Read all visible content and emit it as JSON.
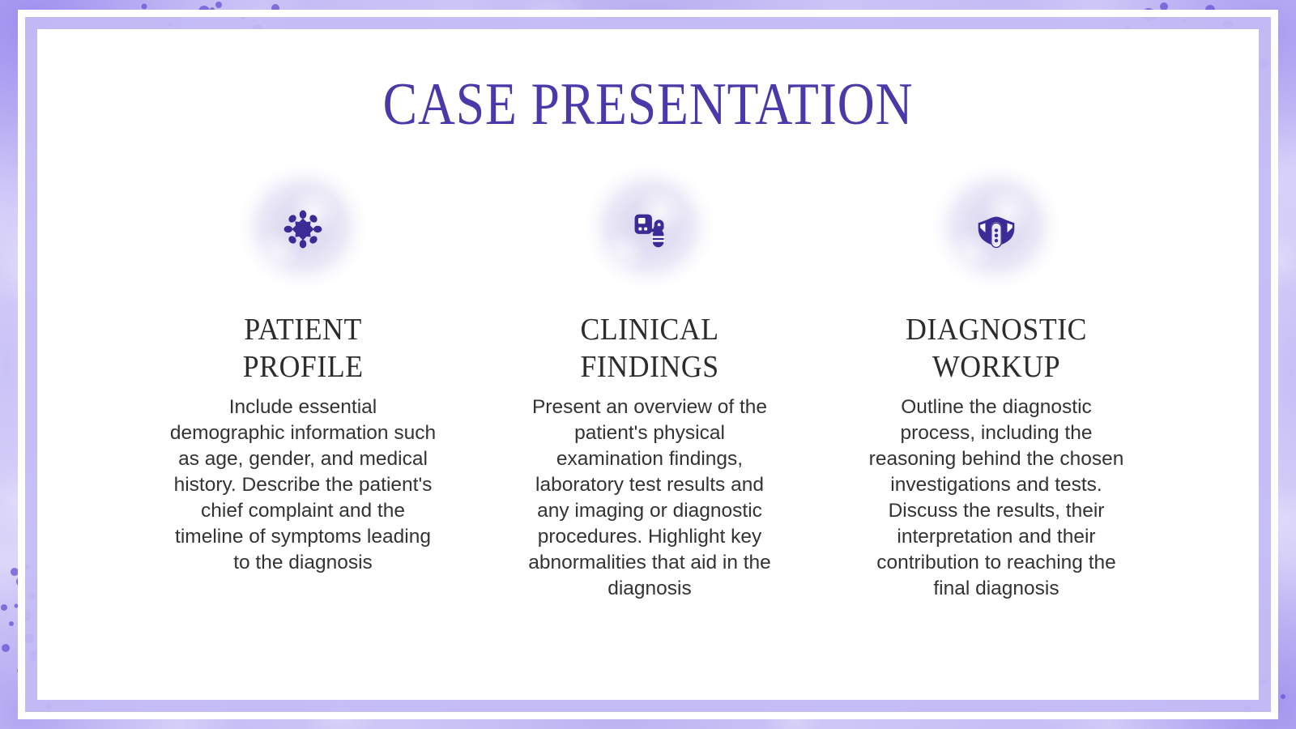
{
  "slide": {
    "title": "CASE PRESENTATION",
    "theme": {
      "title_color": "#4A39A8",
      "icon_color": "#3B2B96",
      "heading_color": "#2C2C2C",
      "body_color": "#333333",
      "frame_purple": "#C4BCF5",
      "watercolor_purple": "#B2A5F1",
      "blob_lavender": "#DCD7F0",
      "card_background": "#FFFFFF"
    },
    "columns": [
      {
        "icon": "virus-icon",
        "heading": "PATIENT PROFILE",
        "heading_line1": "PATIENT",
        "heading_line2": "PROFILE",
        "body": "Include essential demographic information such as age, gender, and medical history. Describe the patient's chief complaint and the timeline of symptoms leading to the diagnosis"
      },
      {
        "icon": "blood-pressure-monitor-icon",
        "heading": "CLINICAL FINDINGS",
        "heading_line1": "CLINICAL",
        "heading_line2": "FINDINGS",
        "body": "Present an overview of the patient's physical examination findings, laboratory test results and any imaging or diagnostic procedures. Highlight key abnormalities that aid in the diagnosis"
      },
      {
        "icon": "face-mask-icon",
        "heading": "DIAGNOSTIC WORKUP",
        "heading_line1": "DIAGNOSTIC",
        "heading_line2": "WORKUP",
        "body": "Outline the diagnostic process, including the reasoning behind the chosen investigations and tests. Discuss the results, their interpretation and their contribution to reaching the final diagnosis"
      }
    ]
  }
}
